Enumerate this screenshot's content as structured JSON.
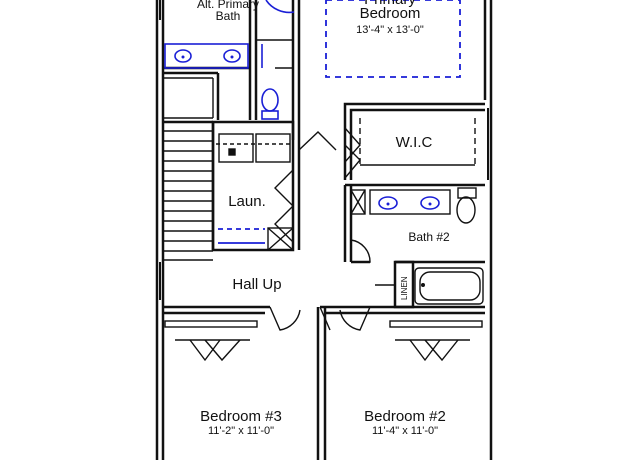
{
  "rooms": {
    "alt_primary_bath": {
      "line1": "Alt. Primary",
      "line2": "Bath"
    },
    "primary_bedroom": {
      "line1": "Primary",
      "line2": "Bedroom",
      "dims": "13'-4\" x 13'-0\""
    },
    "wic": {
      "name": "W.I.C"
    },
    "laundry": {
      "name": "Laun."
    },
    "bath2": {
      "name": "Bath #2"
    },
    "linen": {
      "name": "LINEN"
    },
    "hall": {
      "name": "Hall Up"
    },
    "bedroom3": {
      "name": "Bedroom #3",
      "dims": "11'-2\" x 11'-0\""
    },
    "bedroom2": {
      "name": "Bedroom #2",
      "dims": "11'-4\" x 11'-0\""
    }
  },
  "colors": {
    "wall": "#111111",
    "fixture": "#1a1fd6",
    "background": "#ffffff"
  }
}
